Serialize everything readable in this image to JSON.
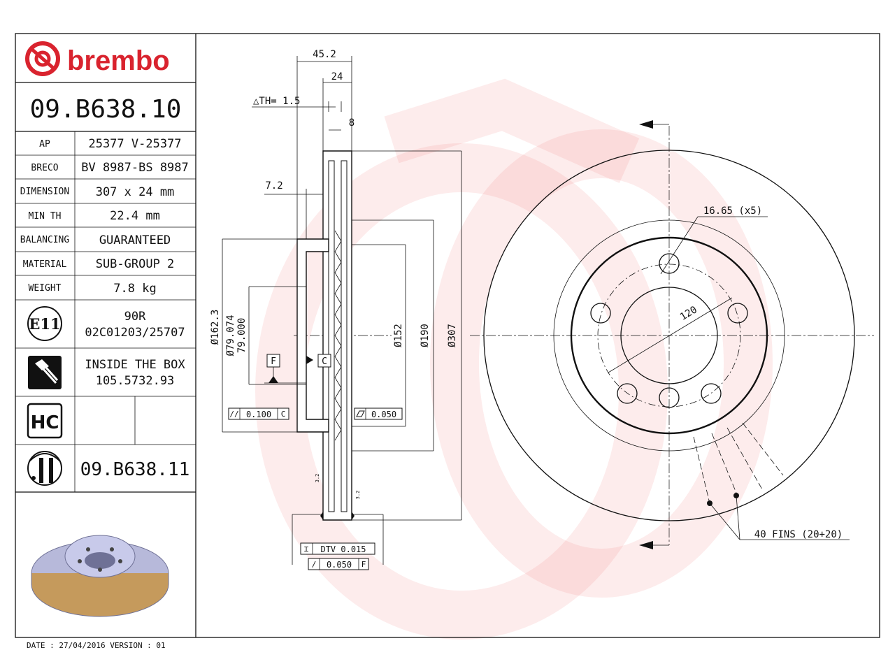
{
  "brand": {
    "name": "brembo",
    "color": "#d9232e"
  },
  "part_number": "09.B638.10",
  "specs": [
    {
      "label": "AP",
      "value": "25377 V-25377"
    },
    {
      "label": "BRECO",
      "value": "BV 8987-BS 8987"
    },
    {
      "label": "DIMENSION",
      "value": "307 x 24 mm"
    },
    {
      "label": "MIN TH",
      "value": "22.4 mm"
    },
    {
      "label": "BALANCING",
      "value": "GUARANTEED"
    },
    {
      "label": "MATERIAL",
      "value": "SUB-GROUP 2"
    },
    {
      "label": "WEIGHT",
      "value": "7.8 kg"
    }
  ],
  "approval": {
    "mark": "E11",
    "line1": "90R",
    "line2": "02C01203/25707"
  },
  "inside_box": {
    "line1": "INSIDE THE BOX",
    "line2": "105.5732.93",
    "icon": "screw-icon"
  },
  "hc": {
    "mark": "HC"
  },
  "alt_part": {
    "number": "09.B638.11",
    "icon": "disc-profile-icon"
  },
  "footer": "DATE : 27/04/2016 VERSION : 01",
  "dimensions": {
    "overall_width": "45.2",
    "thickness": "24",
    "delta_th": "△TH= 1.5",
    "fin_gap": "8",
    "hat_offset": "7.2",
    "dia_hat": "Ø162.3",
    "dia_bore_1": "Ø79.074",
    "dia_bore_2": "79.000",
    "dia_152": "Ø152",
    "dia_190": "Ø190",
    "dia_307": "Ø307",
    "hole_dia": "16.65 (x5)",
    "pcd": "120",
    "fins": "40 FINS (20+20)",
    "datum_f": "F",
    "datum_c": "C",
    "tol_runout": "0.100",
    "tol_flat": "0.050",
    "tol_dtv": "DTV 0.015",
    "tol_parallel": "0.050",
    "roughness": "3.2"
  }
}
